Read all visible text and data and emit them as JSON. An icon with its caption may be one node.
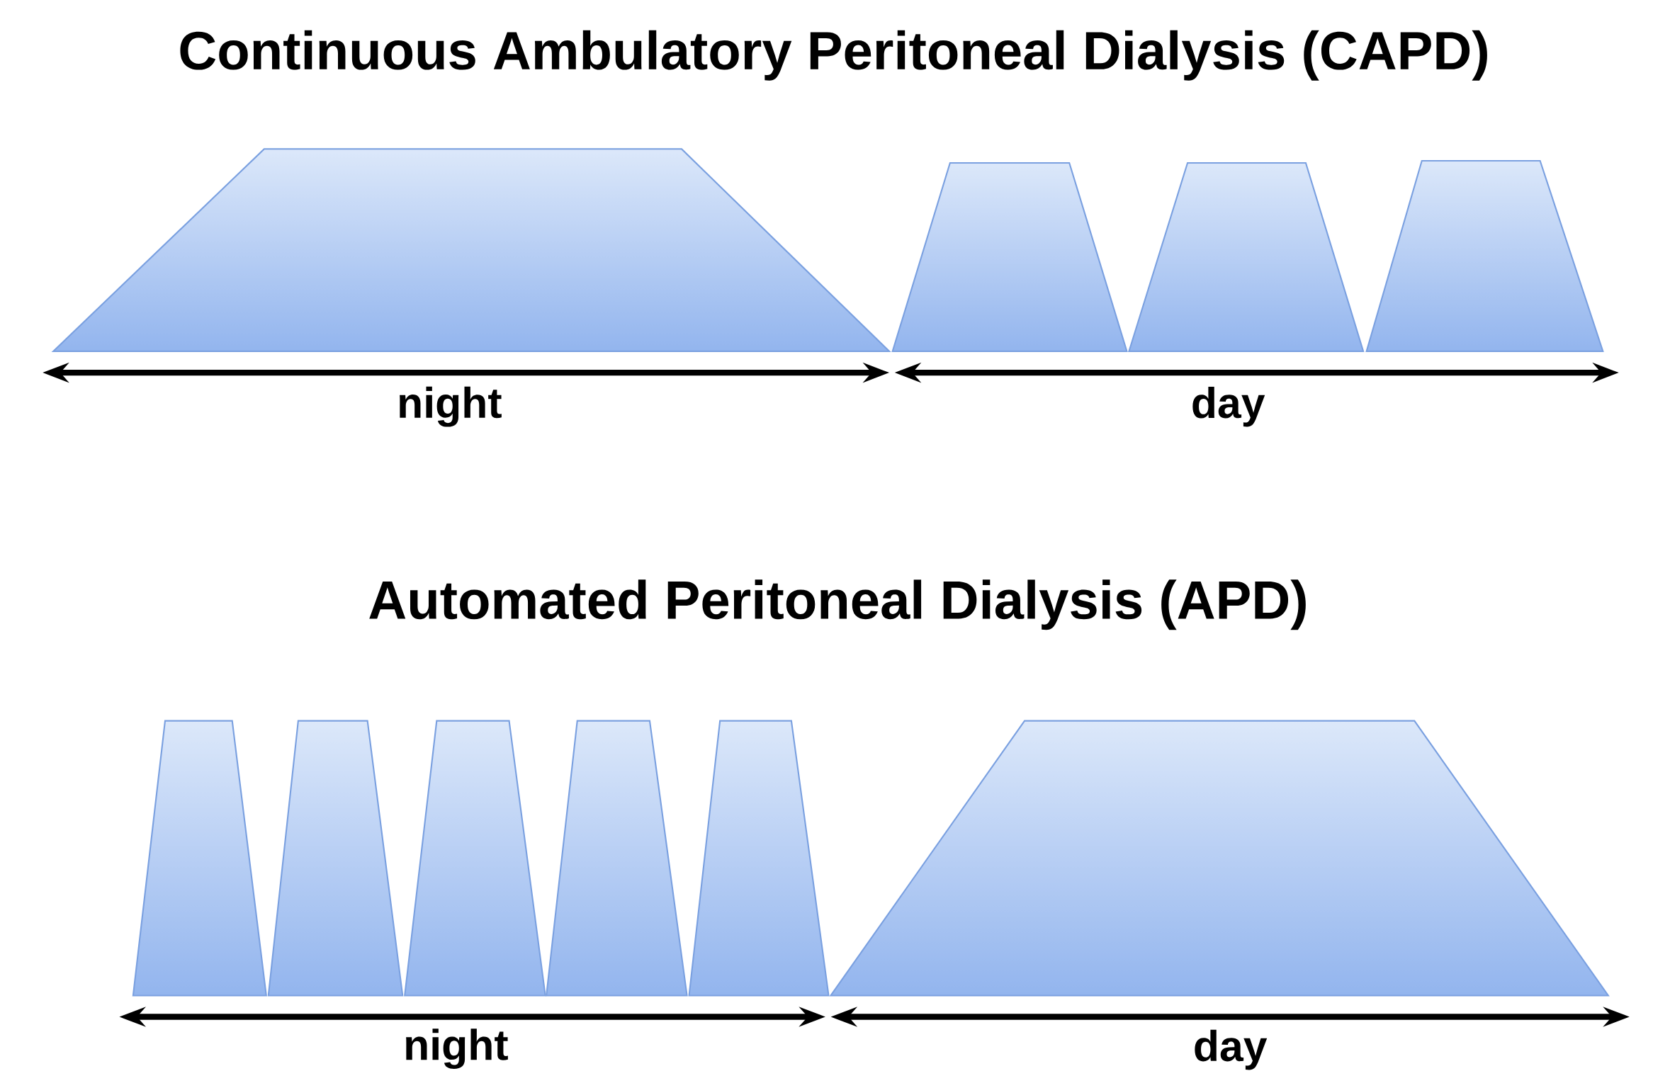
{
  "diagram": {
    "nodes": [
      {
        "text": [],
        "shape": "trapezoid"
      },
      {
        "text": [],
        "shape": "trapezoid"
      },
      {
        "text": [],
        "shape": "trapezoid"
      },
      {
        "text": [],
        "shape": "trapezoid"
      },
      {
        "text": [],
        "shape": "trapezoid"
      },
      {
        "text": [],
        "shape": "trapezoid"
      },
      {
        "text": [],
        "shape": "trapezoid"
      },
      {
        "text": [],
        "shape": "trapezoid"
      },
      {
        "text": [],
        "shape": "trapezoid"
      },
      {
        "text": [],
        "shape": "trapezoid"
      }
    ],
    "edges": [],
    "labels": [
      "Continuous Ambulatory Peritoneal Dialysis (CAPD)",
      "night",
      "day",
      "Automated  Peritoneal Dialysis (APD)",
      "night",
      "day"
    ]
  }
}
